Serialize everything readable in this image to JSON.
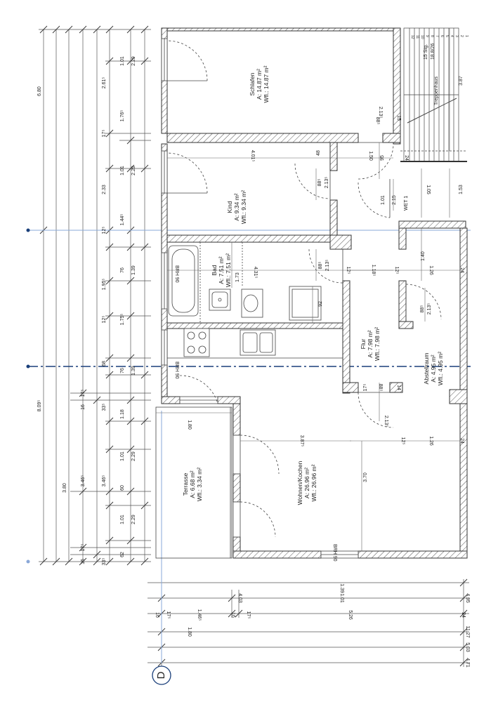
{
  "rooms": {
    "schlafen": {
      "name": "Schlafen",
      "a": "A:   14.87 m²",
      "wfl": "Wfl.: 14.87 m²"
    },
    "kind": {
      "name": "Kind",
      "a": "A:   9.34 m²",
      "wfl": "Wfl.: 9.34 m²"
    },
    "bad": {
      "name": "Bad",
      "a": "A:   7.51 m²",
      "wfl": "Wfl.: 7.51 m²"
    },
    "flur": {
      "name": "Flur",
      "a": "A:   7.98 m²",
      "wfl": "Wfl.: 7.98 m²"
    },
    "abstellraum": {
      "name": "Abstellraum",
      "a": "A:   4.95 m²",
      "wfl": "Wfl.: 4.95 m²"
    },
    "wohnen": {
      "name": "Wohnen/Kochen",
      "a": "A:   26.96 m²",
      "wfl": "Wfl.: 26.96 m²"
    },
    "terrasse": {
      "name": "Terrasse",
      "a": "A:   6.68 m²",
      "wfl": "Wfl.: 3.34 m²"
    }
  },
  "labels": {
    "brh90_bad": "BRH 90",
    "brh90_kitchen": "BRH 90",
    "brh90_bottom": "BRH 90",
    "wet": "WET 1",
    "treppenhaus": "Treppenhaus",
    "stairs": "15 Stg.",
    "stairs_ratio": "18.8/26",
    "axis": "D",
    "stair_numbers": [
      "12",
      "11",
      "10",
      "9",
      "8",
      "7",
      "6",
      "5",
      "4",
      "3",
      "2",
      "1"
    ]
  },
  "dims_left": {
    "d680": "6.80",
    "d809": "8.09⁵",
    "d380": "3.80",
    "d101a": "1.01",
    "d229a": "2.29",
    "d2615": "2.61⁵",
    "d1765": "1.76⁵",
    "d175a": "17⁵",
    "d101b": "1.01",
    "d229b": "2.29",
    "d233": "2.33",
    "d1445": "1.44⁵",
    "d125a": "12⁵",
    "d76a": "76",
    "d139a": "1.39",
    "d1955": "1.95⁵",
    "d125b": "12⁵",
    "d1755": "1.75⁵",
    "d68": "68",
    "d76b": "76",
    "d139b": "1.39",
    "d175b": "17⁵",
    "d16a": "16",
    "d335a": "33⁵",
    "d118": "1.18",
    "d101c": "1.01",
    "d229c": "2.29",
    "d3465a": "3.46⁵",
    "d3465b": "3.46⁵",
    "d60": "60",
    "d101d": "1.01",
    "d229d": "2.29",
    "d175c": "17⁵",
    "d16b": "16",
    "d335b": "33⁵",
    "d62": "62"
  },
  "dims_inner": {
    "d4015": "4.01⁵",
    "d48": "48",
    "d150": "1.50",
    "d95": "95",
    "d24a": "24",
    "d2135a": "2.13⁵",
    "d885a": "88⁵",
    "d15": "15",
    "d885b": "88⁵",
    "d2135b": "2.13⁵",
    "d101e": "1.01",
    "d215": "2.15",
    "d105": "1.05",
    "d153": "1.53",
    "d387": "3.87",
    "d4315": "4.31⁵",
    "d173": "1.73",
    "d92": "92",
    "d885c": "88⁵",
    "d2135c": "2.13⁵",
    "d125c": "12⁵",
    "d1185": "1.18⁵",
    "d125d": "12⁵",
    "d140": "1.40",
    "d126a": "1.26",
    "d24b": "24",
    "d885d": "88⁵",
    "d2135d": "2.13⁵",
    "d175d": "17⁵",
    "d885e": "88⁵",
    "d14": "14",
    "d2135e": "2.13⁵",
    "d125e": "12⁵",
    "d126b": "1.26",
    "d24c": "24",
    "d180a": "1.80",
    "d3875": "3.87⁵",
    "d370": "3.70"
  },
  "dims_bottom": {
    "d139c": "1.39",
    "d403": "4.03",
    "d101f": "1.01",
    "d495": "4.95",
    "d16c": "16",
    "d175e": "17⁵",
    "d1465": "1.46⁵",
    "d16d": "16",
    "d175f": "17⁵",
    "d526": "5.26",
    "d24d": "24",
    "d180b": "1.80",
    "d1127": "11.27",
    "d503": "5.03",
    "d471": "4.71"
  },
  "colors": {
    "wall": "#333333",
    "line": "#444444",
    "axis": "#1a3f7a",
    "axis_light": "#8aa8d8"
  }
}
